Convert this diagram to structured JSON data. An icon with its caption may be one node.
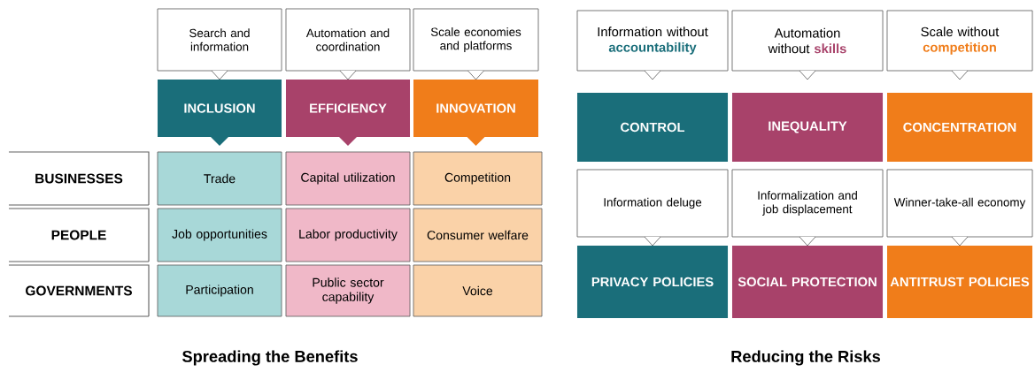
{
  "diagram": {
    "nodes": [
      {
        "text": [
          "Search and information"
        ]
      },
      {
        "text": [
          "Automation and coordination"
        ]
      },
      {
        "text": [
          "Scale economies and platforms"
        ]
      },
      {
        "text": [
          "INCLUSION"
        ]
      },
      {
        "text": [
          "EFFICIENCY"
        ]
      },
      {
        "text": [
          "INNOVATION"
        ]
      },
      {
        "text": [
          "BUSINESSES"
        ]
      },
      {
        "text": [
          "Trade"
        ]
      },
      {
        "text": [
          "Capital utilization"
        ]
      },
      {
        "text": [
          "Competition"
        ]
      },
      {
        "text": [
          "PEOPLE"
        ]
      },
      {
        "text": [
          "Job opportunities"
        ]
      },
      {
        "text": [
          "Labor productivity"
        ]
      },
      {
        "text": [
          "Consumer welfare"
        ]
      },
      {
        "text": [
          "GOVERNMENTS"
        ]
      },
      {
        "text": [
          "Participation"
        ]
      },
      {
        "text": [
          "Public sector capability"
        ]
      },
      {
        "text": [
          "Voice"
        ]
      },
      {
        "text": [
          "Information without **accountability**"
        ]
      },
      {
        "text": [
          "Automation without **skills**"
        ]
      },
      {
        "text": [
          "Scale without **competition**"
        ]
      },
      {
        "text": [
          "CONTROL"
        ]
      },
      {
        "text": [
          "INEQUALITY"
        ]
      },
      {
        "text": [
          "CONCENTRATION"
        ]
      },
      {
        "text": [
          "Information deluge"
        ]
      },
      {
        "text": [
          "Informalization and job displacement"
        ]
      },
      {
        "text": [
          "Winner-take-all economy"
        ]
      },
      {
        "text": [
          "PRIVACY POLICIES"
        ]
      },
      {
        "text": [
          "SOCIAL PROTECTION"
        ]
      },
      {
        "text": [
          "ANTITRUST POLICIES"
        ]
      }
    ],
    "labels": [
      "Spreading the Benefits",
      "Reducing the Risks"
    ]
  }
}
